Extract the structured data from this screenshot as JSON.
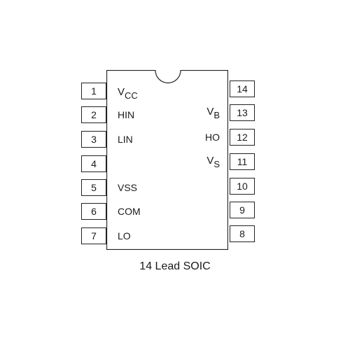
{
  "package": {
    "caption": "14 Lead SOIC"
  },
  "left_pins": [
    {
      "num": "1",
      "label": "V",
      "sub": "CC"
    },
    {
      "num": "2",
      "label": "HIN",
      "sub": ""
    },
    {
      "num": "3",
      "label": "LIN",
      "sub": ""
    },
    {
      "num": "4",
      "label": "",
      "sub": ""
    },
    {
      "num": "5",
      "label": "VSS",
      "sub": ""
    },
    {
      "num": "6",
      "label": "COM",
      "sub": ""
    },
    {
      "num": "7",
      "label": "LO",
      "sub": ""
    }
  ],
  "right_pins": [
    {
      "num": "14",
      "label": "",
      "sub": ""
    },
    {
      "num": "13",
      "label": "V",
      "sub": "B"
    },
    {
      "num": "12",
      "label": "HO",
      "sub": ""
    },
    {
      "num": "11",
      "label": "V",
      "sub": "S"
    },
    {
      "num": "10",
      "label": "",
      "sub": ""
    },
    {
      "num": "9",
      "label": "",
      "sub": ""
    },
    {
      "num": "8",
      "label": "",
      "sub": ""
    }
  ]
}
